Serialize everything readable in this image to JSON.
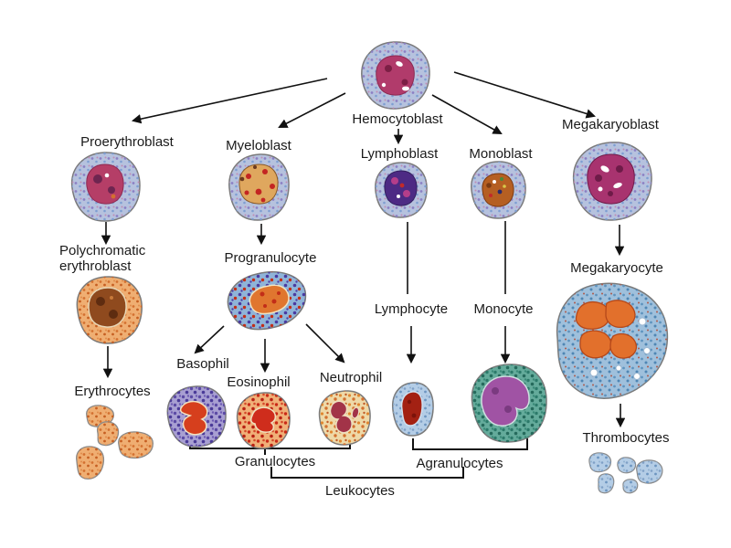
{
  "labels": {
    "hemocytoblast": "Hemocytoblast",
    "proerythroblast": "Proerythroblast",
    "myeloblast": "Myeloblast",
    "lymphoblast": "Lymphoblast",
    "monoblast": "Monoblast",
    "megakaryoblast": "Megakaryoblast",
    "polychromatic_line1": "Polychromatic",
    "polychromatic_line2": "erythroblast",
    "progranulocyte": "Progranulocyte",
    "lymphocyte": "Lymphocyte",
    "monocyte": "Monocyte",
    "megakaryocyte": "Megakaryocyte",
    "basophil": "Basophil",
    "eosinophil": "Eosinophil",
    "neutrophil": "Neutrophil",
    "erythrocytes": "Erythrocytes",
    "thrombocytes": "Thrombocytes",
    "granulocytes": "Granulocytes",
    "agranulocytes": "Agranulocytes",
    "leukocytes": "Leukocytes"
  },
  "lineage": {
    "root": "Hemocytoblast",
    "children": {
      "Hemocytoblast": [
        "Proerythroblast",
        "Myeloblast",
        "Lymphoblast",
        "Monoblast",
        "Megakaryoblast"
      ],
      "Proerythroblast": [
        "Polychromatic erythroblast"
      ],
      "Polychromatic erythroblast": [
        "Erythrocytes"
      ],
      "Myeloblast": [
        "Progranulocyte"
      ],
      "Progranulocyte": [
        "Basophil",
        "Eosinophil",
        "Neutrophil"
      ],
      "Lymphoblast": [
        "Lymphocyte"
      ],
      "Monoblast": [
        "Monocyte"
      ],
      "Megakaryoblast": [
        "Megakaryocyte"
      ],
      "Megakaryocyte": [
        "Thrombocytes"
      ]
    },
    "groups": {
      "Granulocytes": [
        "Basophil",
        "Eosinophil",
        "Neutrophil"
      ],
      "Agranulocytes": [
        "Lymphocyte",
        "Monocyte"
      ],
      "Leukocytes": [
        "Granulocytes",
        "Agranulocytes"
      ]
    }
  },
  "colors": {
    "background": "#ffffff",
    "arrow": "#111111",
    "label_text": "#1a1a1a",
    "membrane": "#7a7a7a",
    "blast_cytoplasm": "#b6c2de",
    "hemocytoblast_nucleus": "#b13b6b",
    "proerythroblast_nucleus": "#b53e67",
    "myeloblast_nucleus": "#dfa75e",
    "lymphoblast_nucleus": "#4d2a84",
    "monoblast_nucleus": "#b55f22",
    "megakaryoblast_nucleus": "#a8336f",
    "erythroid_cytoplasm": "#efae72",
    "polychromatic_nucleus": "#8f4a1e",
    "progranulocyte_cytoplasm": "#8fb4d8",
    "progranulocyte_nucleus": "#e0762f",
    "basophil_cytoplasm": "#a89fd2",
    "basophil_nucleus": "#d63f1d",
    "eosinophil_cytoplasm": "#f0b078",
    "eosinophil_nucleus": "#cf2d1c",
    "neutrophil_cytoplasm": "#eed9a8",
    "neutrophil_nucleus": "#a23348",
    "lymphocyte_cytoplasm": "#b4cde6",
    "lymphocyte_nucleus": "#a32113",
    "monocyte_cytoplasm": "#64ab9b",
    "monocyte_nucleus": "#a053a4",
    "megakaryocyte_cytoplasm": "#9fc0dc",
    "megakaryocyte_nucleus": "#e2702c",
    "thrombocyte_fill": "#b4cde6"
  }
}
